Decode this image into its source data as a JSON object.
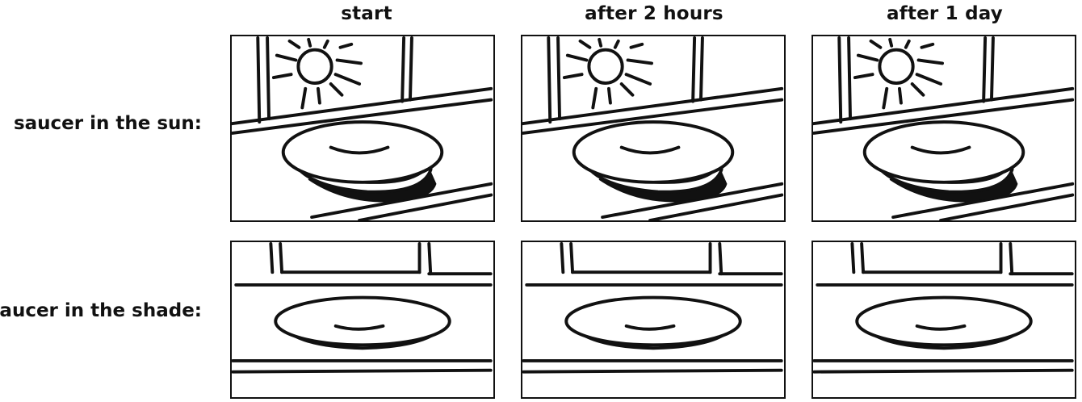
{
  "columns": [
    "start",
    "after 2 hours",
    "after 1 day"
  ],
  "rows": [
    "saucer in the sun:",
    "saucer in the shade:"
  ]
}
